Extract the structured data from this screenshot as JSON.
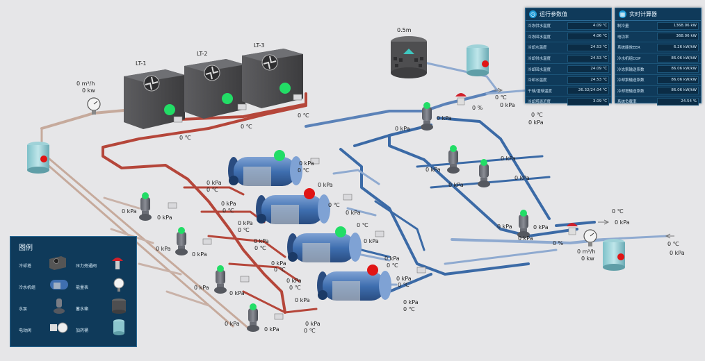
{
  "towers": [
    "LT-1",
    "LT-2",
    "LT-3"
  ],
  "tank_level": "0.5m",
  "flow_left": {
    "rate": "0 m³/h",
    "power": "0 kw"
  },
  "flow_right": {
    "rate": "0 m³/h",
    "power": "0 kw"
  },
  "readings": {
    "kpa": "0 kPa",
    "temp": "0 ℃",
    "pct": "0 %"
  },
  "run_params": {
    "title": "运行参数值",
    "rows": [
      {
        "label": "冷冻供水温度",
        "value": "4.09 ℃"
      },
      {
        "label": "冷冻回水温度",
        "value": "4.06 ℃"
      },
      {
        "label": "冷却水温度",
        "value": "24.53 ℃"
      },
      {
        "label": "冷却供水温度",
        "value": "24.53 ℃"
      },
      {
        "label": "冷却回水温度",
        "value": "24.09 ℃"
      },
      {
        "label": "冷却水温度",
        "value": "24.53 ℃"
      },
      {
        "label": "干球/湿球温度",
        "value": "26.32/24.04 ℃"
      },
      {
        "label": "冷却塔逼近度",
        "value": "3.09 ℃"
      }
    ]
  },
  "realtime": {
    "title": "实时计算器",
    "rows": [
      {
        "label": "制冷量",
        "value": "1368.06 kW"
      },
      {
        "label": "电功率",
        "value": "368.06 kW"
      },
      {
        "label": "系统能效EER",
        "value": "6.26 kW/kW"
      },
      {
        "label": "冷水机组COP",
        "value": "86.06 kW/kW"
      },
      {
        "label": "冷冻泵输送系数",
        "value": "86.06 kW/kW"
      },
      {
        "label": "冷却泵输送系数",
        "value": "86.06 kW/kW"
      },
      {
        "label": "冷却塔输送系数",
        "value": "86.06 kW/kW"
      },
      {
        "label": "系统负载率",
        "value": "24.54 %"
      }
    ]
  },
  "legend": {
    "title": "图例",
    "items": [
      "冷却塔",
      "压力旁通阀",
      "冷水机组",
      "能量表",
      "水泵",
      "蓄水箱",
      "电动阀",
      "加药桶"
    ]
  },
  "colors": {
    "chilled": "#3b6aa6",
    "chilled_light": "#8faad0",
    "cooling": "#b5463a",
    "cooling_light": "#c2a99c",
    "status_on": "#22dd66",
    "status_off": "#e01515",
    "panel": "#0f3a5a"
  }
}
